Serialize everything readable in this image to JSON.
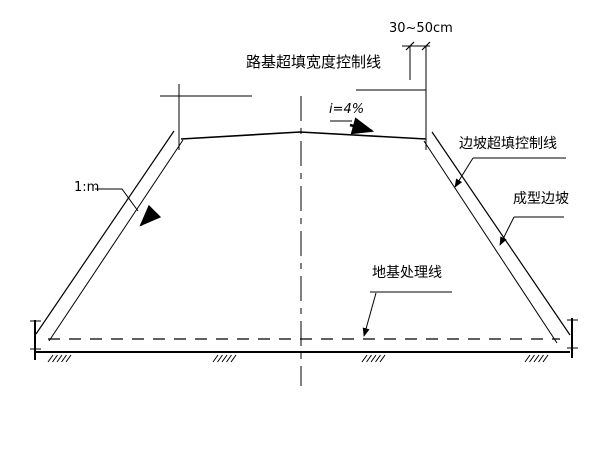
{
  "diagram": {
    "type": "roadbed-embankment-cross-section",
    "background_color": "#ffffff",
    "line_color": "#000000",
    "labels": {
      "roadbed_overfill_width_control_line": "路基超填宽度控制线",
      "overfill_width_dimension": "30~50cm",
      "crown_slope": "i=4%",
      "slope_overfill_control_line": "边坡超填控制线",
      "formed_slope": "成型边坡",
      "side_slope_ratio": "1:m",
      "foundation_treatment_line": "地基处理线"
    }
  }
}
